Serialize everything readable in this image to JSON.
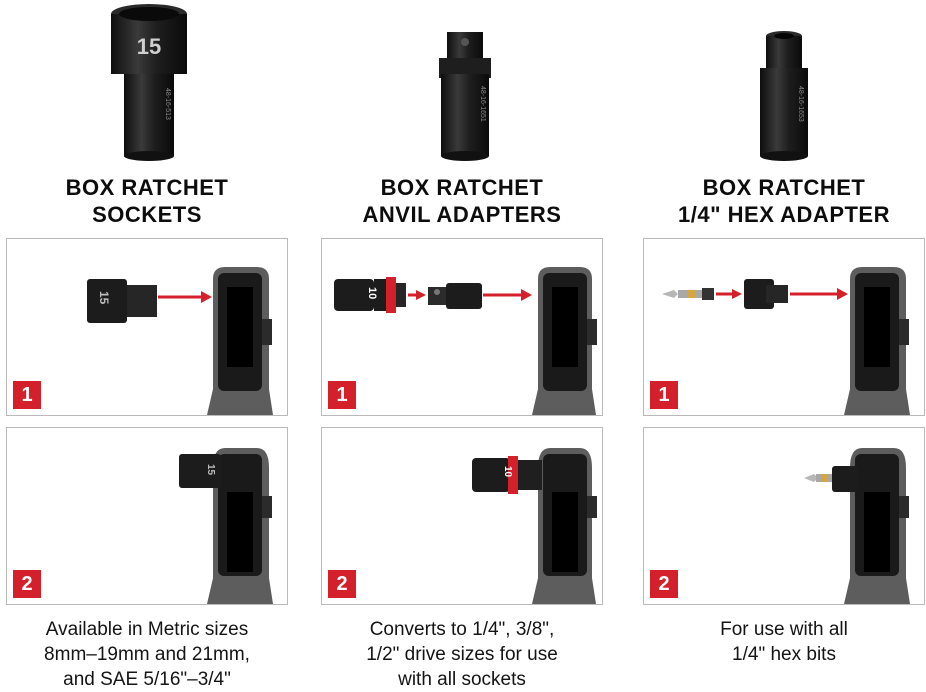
{
  "columns": [
    {
      "title_lines": [
        "BOX RATCHET",
        "SOCKETS"
      ],
      "hero_part_label": "15",
      "hero_engraving": "48-16-513",
      "steps": [
        "1",
        "2"
      ],
      "socket_label": "15",
      "caption_lines": [
        "Available in Metric sizes",
        "8mm–19mm and 21mm,",
        "and SAE 5/16\"–3/4\""
      ]
    },
    {
      "title_lines": [
        "BOX RATCHET",
        "ANVIL ADAPTERS"
      ],
      "hero_engraving": "48-16-1651",
      "steps": [
        "1",
        "2"
      ],
      "socket_label": "10",
      "caption_lines": [
        "Converts to 1/4\", 3/8\",",
        "1/2\" drive sizes for use",
        "with all sockets"
      ]
    },
    {
      "title_lines": [
        "BOX RATCHET",
        "1/4\" HEX ADAPTER"
      ],
      "hero_engraving": "48-16-1653",
      "steps": [
        "1",
        "2"
      ],
      "caption_lines": [
        "For use with all",
        "1/4\" hex bits"
      ]
    }
  ],
  "colors": {
    "accent_red": "#d4202a",
    "tool_dark": "#1c1c1c",
    "ratchet_gray": "#5d5d5d",
    "border": "#b9b9b9"
  }
}
